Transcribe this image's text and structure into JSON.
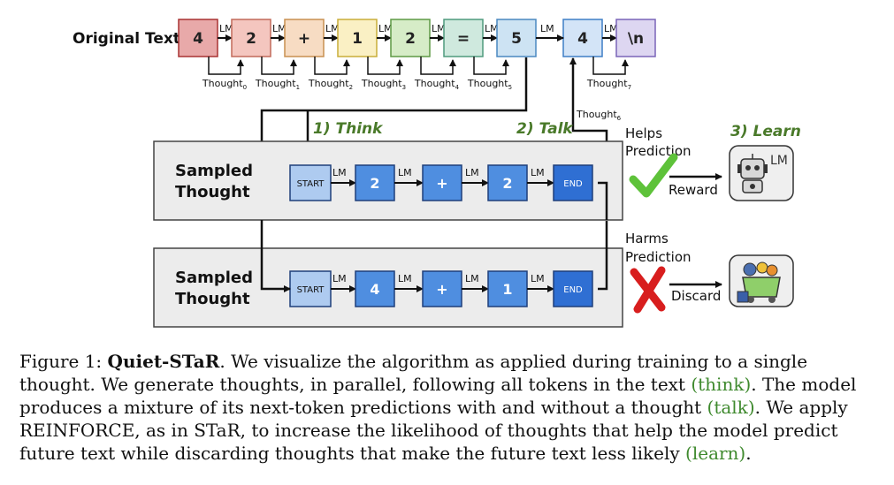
{
  "figure": {
    "original_text_label": "Original Text",
    "lm_label": "LM",
    "tokens": [
      {
        "text": "4",
        "fill": "#e8a9a9",
        "stroke": "#a83232"
      },
      {
        "text": "2",
        "fill": "#f4c6bf",
        "stroke": "#c26a5a"
      },
      {
        "text": "+",
        "fill": "#f7dcc3",
        "stroke": "#c99050"
      },
      {
        "text": "1",
        "fill": "#faf0c4",
        "stroke": "#c9ad3a"
      },
      {
        "text": "2",
        "fill": "#d6ecc7",
        "stroke": "#5f9a45"
      },
      {
        "text": "=",
        "fill": "#cfe9de",
        "stroke": "#4f9a7d"
      },
      {
        "text": "5",
        "fill": "#cde3f3",
        "stroke": "#4a88c0"
      },
      {
        "text": "4",
        "fill": "#d3e4f7",
        "stroke": "#3e7fc6"
      },
      {
        "text": "\\n",
        "fill": "#ddd6f1",
        "stroke": "#7a65b8"
      }
    ],
    "thought_base": "Thought",
    "thoughts": [
      {
        "sub": "0"
      },
      {
        "sub": "1"
      },
      {
        "sub": "2"
      },
      {
        "sub": "3"
      },
      {
        "sub": "4"
      },
      {
        "sub": "5"
      },
      {
        "sub": "7"
      }
    ],
    "thought_talk": {
      "sub": "6"
    },
    "steps": {
      "think": "1) Think",
      "talk": "2) Talk",
      "learn": "3) Learn"
    },
    "panel_label_line1": "Sampled",
    "panel_label_line2": "Thought",
    "sampled_top": [
      "START",
      "2",
      "+",
      "2",
      "END"
    ],
    "sampled_bottom": [
      "START",
      "4",
      "+",
      "1",
      "END"
    ],
    "helps_line1": "Helps",
    "helps_line2": "Prediction",
    "harms_line1": "Harms",
    "harms_line2": "Prediction",
    "reward": "Reward",
    "discard": "Discard",
    "robot_lm": "LM"
  },
  "caption": {
    "prefix": "Figure 1: ",
    "title": "Quiet-STaR",
    "s1": ". We visualize the algorithm as applied during training to a single thought. We generate thoughts, in parallel, following all tokens in the text ",
    "think": "(think)",
    "s2": ". The model produces a mixture of its next-token predictions with and without a thought ",
    "talk": "(talk)",
    "s3": ". We apply REINFORCE, as in STaR, to increase the likelihood of thoughts that help the model predict future text while discarding thoughts that make the future text less likely ",
    "learn": "(learn)",
    "s4": "."
  },
  "colors": {
    "think_green": "#4a7a2a",
    "caption_green": "#3f8a2e",
    "panel_fill": "#ececec",
    "start_fill": "#aecbf0",
    "mid_fill": "#4f8ee0",
    "end_fill": "#2f6fd3",
    "check_green": "#5ec23a",
    "cross_red": "#d81e1e"
  }
}
